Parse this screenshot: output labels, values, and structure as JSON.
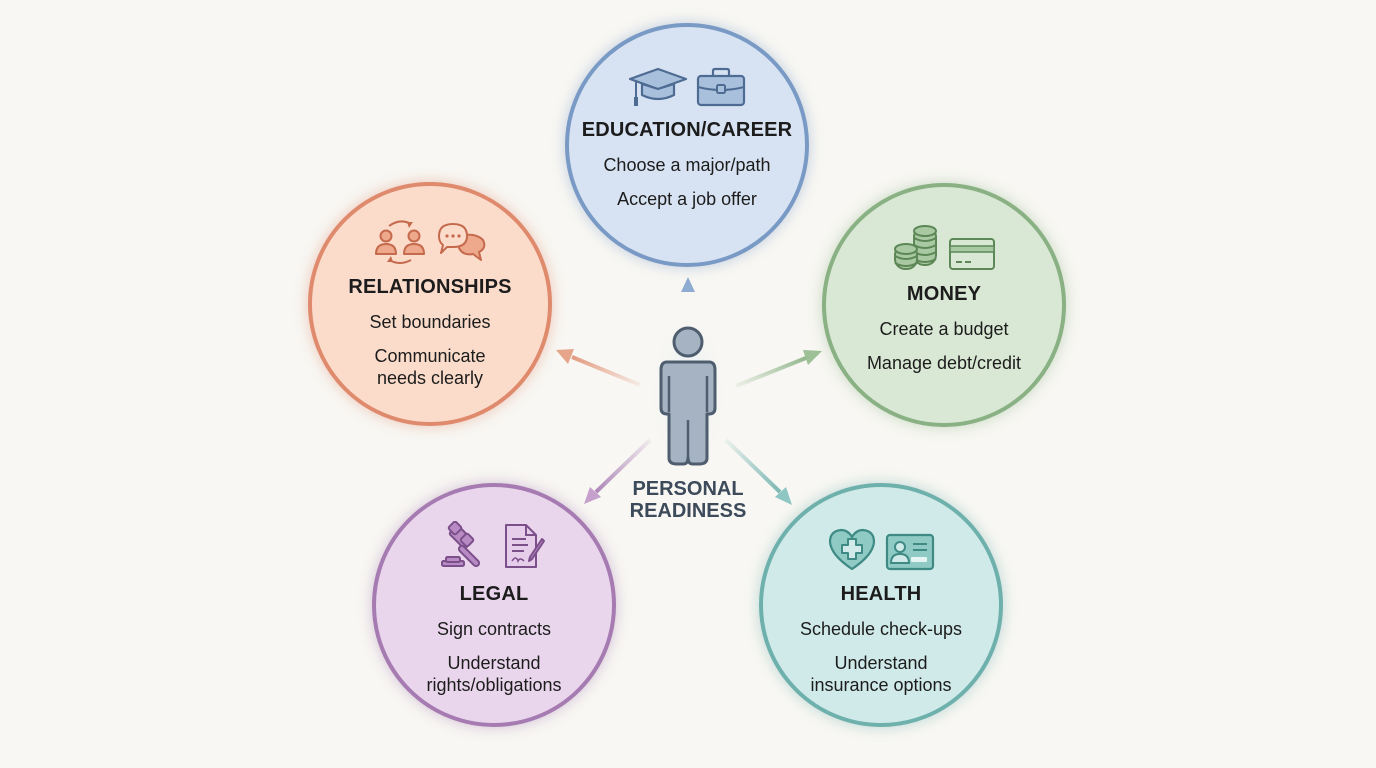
{
  "center": {
    "label_line1": "PERSONAL",
    "label_line2": "READINESS",
    "icon": "person-icon"
  },
  "nodes": [
    {
      "id": "education",
      "title": "EDUCATION/CAREER",
      "items": [
        "Choose a major/path",
        "Accept a job offer"
      ],
      "icons": [
        "graduation-cap-icon",
        "briefcase-icon"
      ],
      "color": "#7a9ac6",
      "fill": "#d7e3f2"
    },
    {
      "id": "relationships",
      "title": "RELATIONSHIPS",
      "items": [
        "Set boundaries",
        "Communicate needs clearly"
      ],
      "icons": [
        "people-exchange-icon",
        "chat-bubbles-icon"
      ],
      "color": "#df8a6c",
      "fill": "#fbdccb"
    },
    {
      "id": "money",
      "title": "MONEY",
      "items": [
        "Create a budget",
        "Manage debt/credit"
      ],
      "icons": [
        "coin-stacks-icon",
        "credit-card-icon"
      ],
      "color": "#89b183",
      "fill": "#d9e8d4"
    },
    {
      "id": "legal",
      "title": "LEGAL",
      "items": [
        "Sign contracts",
        "Understand rights/obligations"
      ],
      "icons": [
        "gavel-icon",
        "signed-document-icon"
      ],
      "color": "#a57bb2",
      "fill": "#ead6ec"
    },
    {
      "id": "health",
      "title": "HEALTH",
      "items": [
        "Schedule check-ups",
        "Understand insurance options"
      ],
      "icons": [
        "heart-cross-icon",
        "insurance-card-icon"
      ],
      "color": "#6eb0ac",
      "fill": "#cfeae8"
    }
  ]
}
